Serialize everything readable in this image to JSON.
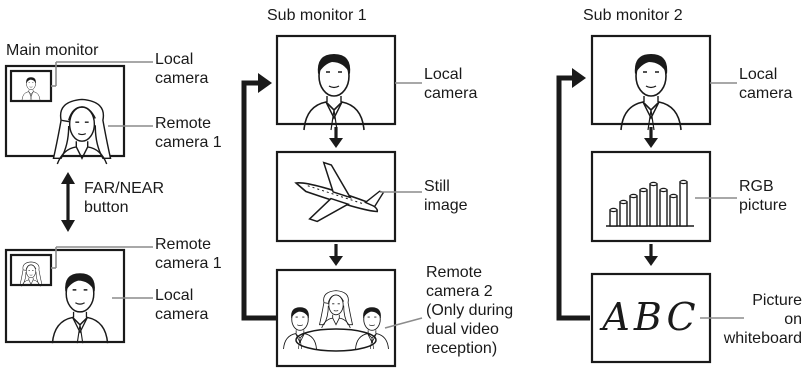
{
  "main_monitor": {
    "title": "Main monitor",
    "top": {
      "pip_label": "Local\ncamera",
      "main_label": "Remote\ncamera 1"
    },
    "toggle_label": "FAR/NEAR\nbutton",
    "bottom": {
      "pip_label": "Remote\ncamera 1",
      "main_label": "Local\ncamera"
    }
  },
  "sub_monitor_1": {
    "title": "Sub monitor 1",
    "items": [
      {
        "label": "Local\ncamera",
        "icon": "man-portrait-icon"
      },
      {
        "label": "Still\nimage",
        "icon": "airplane-icon"
      },
      {
        "label": "Remote\ncamera 2\n(Only during\ndual video\nreception)",
        "icon": "meeting-room-icon"
      }
    ]
  },
  "sub_monitor_2": {
    "title": "Sub monitor 2",
    "items": [
      {
        "label": "Local\ncamera",
        "icon": "man-portrait-icon"
      },
      {
        "label": "RGB\npicture",
        "icon": "bar-chart-icon"
      },
      {
        "label": "Picture\non\nwhiteboard",
        "icon": "whiteboard-text-icon",
        "whiteboard_text": "ABC"
      }
    ]
  },
  "colors": {
    "line": "#1a1a1a",
    "leader": "#8c8c8c",
    "background": "#ffffff"
  }
}
